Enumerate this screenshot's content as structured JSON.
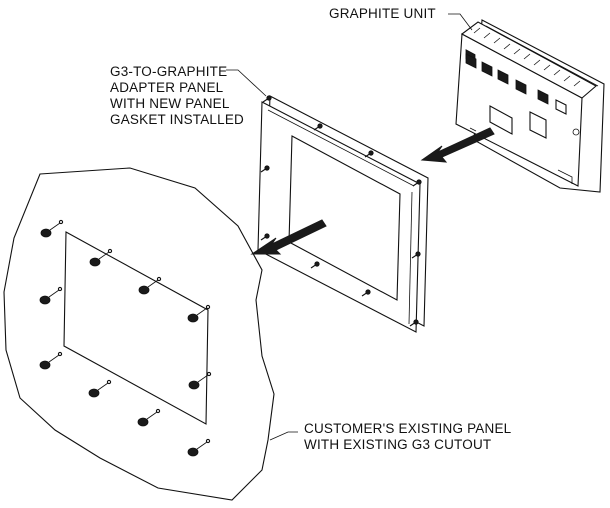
{
  "callouts": {
    "graphite_unit": "GRAPHITE UNIT",
    "adapter_panel": {
      "line1": "G3-TO-GRAPHITE",
      "line2": "ADAPTER PANEL",
      "line3": "WITH NEW PANEL",
      "line4": "GASKET INSTALLED"
    },
    "customer_panel": {
      "line1": "CUSTOMER'S EXISTING PANEL",
      "line2": "WITH EXISTING G3 CUTOUT"
    }
  },
  "colors": {
    "line": "#111111",
    "background": "#ffffff"
  }
}
